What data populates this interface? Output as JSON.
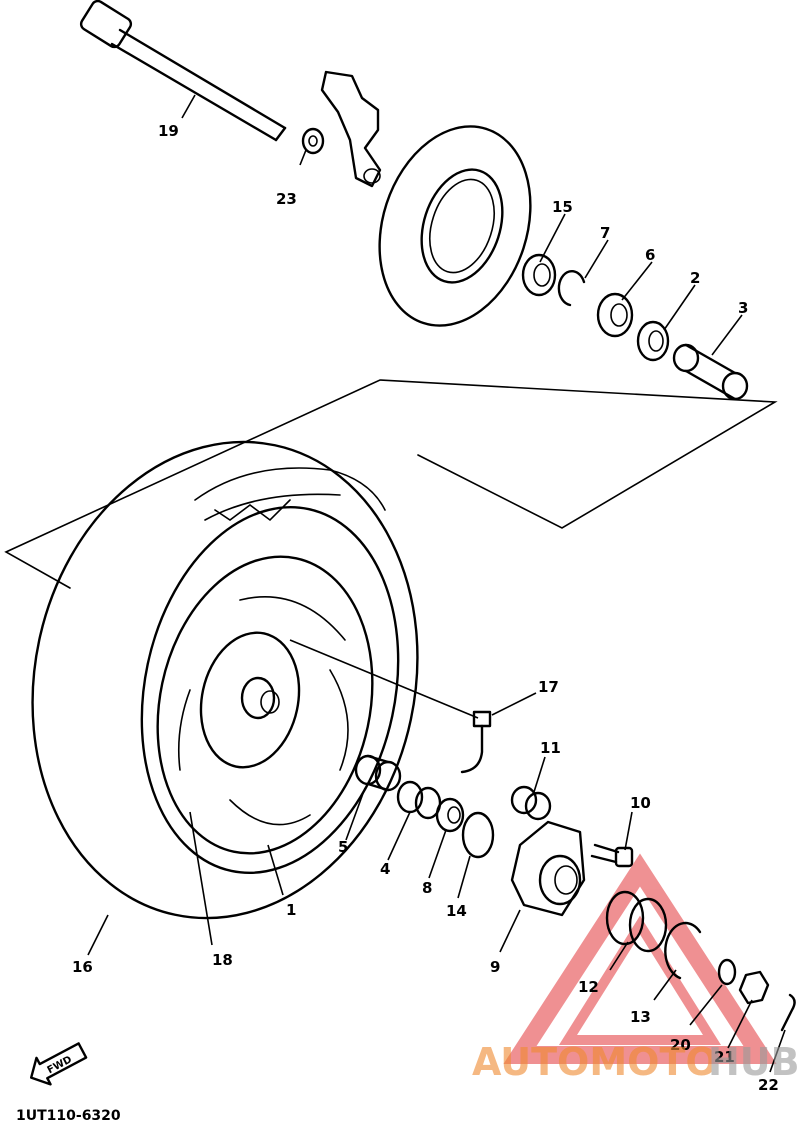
{
  "diagram": {
    "part_labels": [
      "1",
      "2",
      "3",
      "4",
      "5",
      "6",
      "7",
      "8",
      "9",
      "10",
      "11",
      "12",
      "13",
      "14",
      "15",
      "16",
      "17",
      "18",
      "19",
      "20",
      "21",
      "22",
      "23"
    ],
    "direction_arrow_text": "FWD",
    "drawing_code": "1UT110-6320"
  },
  "watermark": {
    "text_left": "AUTOMOTO",
    "text_right": "HUB",
    "color_main": "#f08a30",
    "color_right": "#9a9a9a",
    "triangle_color": "#e2363a"
  }
}
